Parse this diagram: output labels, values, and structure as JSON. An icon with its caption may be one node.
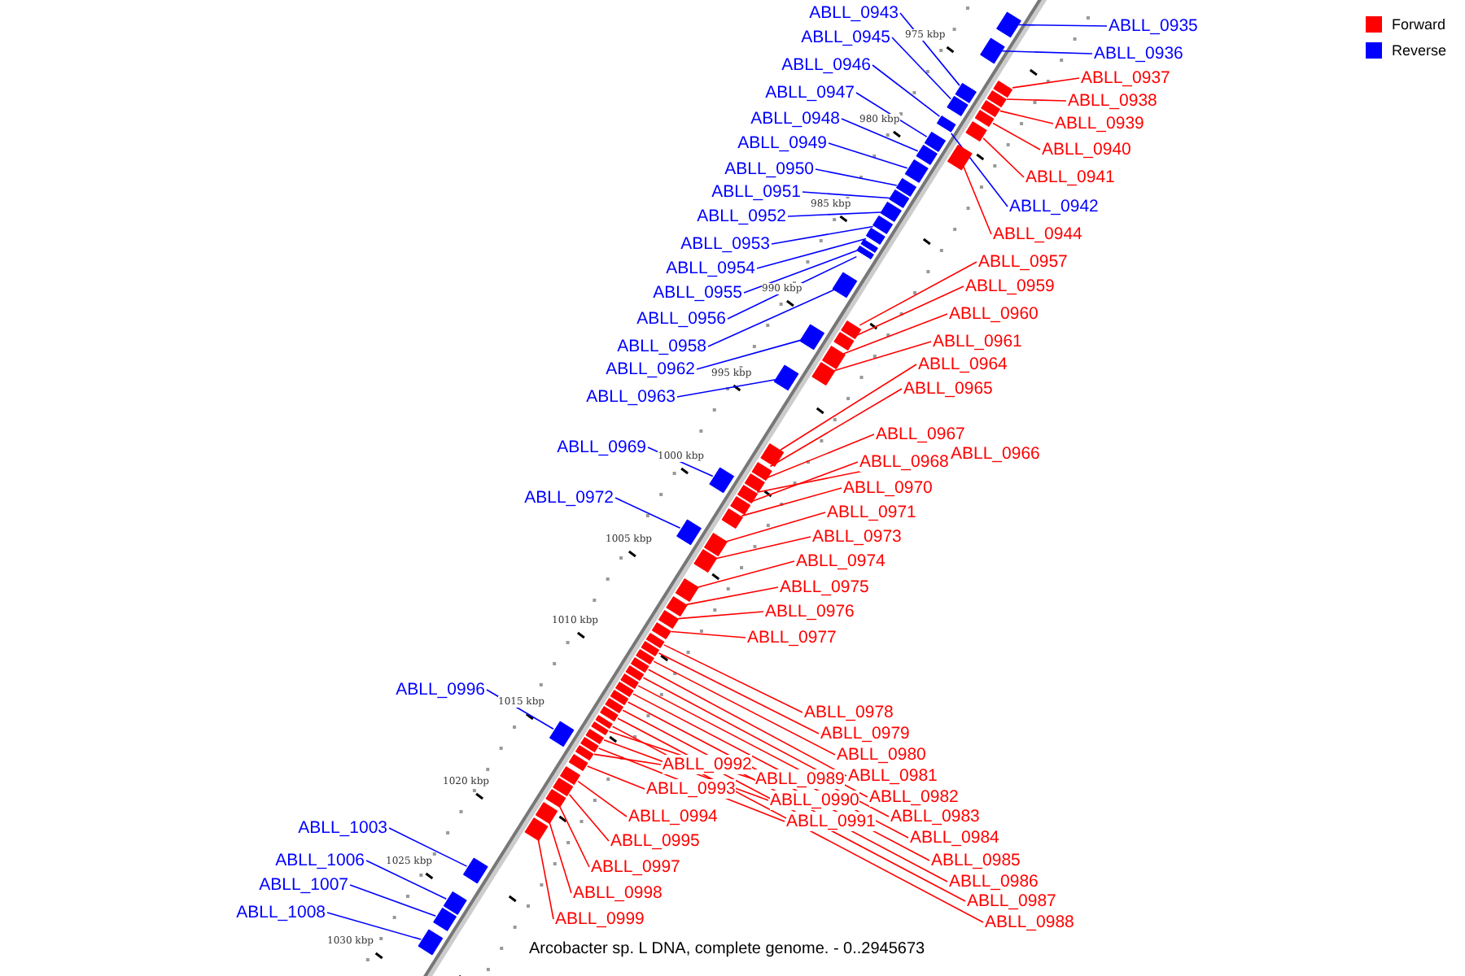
{
  "diagram": {
    "caption": "Arcobacter sp. L DNA, complete genome. - 0..2945673",
    "nodes": [
      {
        "text": [
          "ABLL_0943"
        ]
      },
      {
        "text": [
          "ABLL_0935"
        ]
      },
      {
        "text": [
          "ABLL_0945"
        ]
      },
      {
        "text": [
          "ABLL_0936"
        ]
      },
      {
        "text": [
          "ABLL_0946"
        ]
      },
      {
        "text": [
          "ABLL_0937"
        ]
      },
      {
        "text": [
          "ABLL_0947"
        ]
      },
      {
        "text": [
          "ABLL_0938"
        ]
      },
      {
        "text": [
          "ABLL_0948"
        ]
      },
      {
        "text": [
          "ABLL_0939"
        ]
      },
      {
        "text": [
          "ABLL_0949"
        ]
      },
      {
        "text": [
          "ABLL_0940"
        ]
      },
      {
        "text": [
          "ABLL_0950"
        ]
      },
      {
        "text": [
          "ABLL_0941"
        ]
      },
      {
        "text": [
          "ABLL_0951"
        ]
      },
      {
        "text": [
          "ABLL_0942"
        ]
      },
      {
        "text": [
          "ABLL_0952"
        ]
      },
      {
        "text": [
          "ABLL_0944"
        ]
      },
      {
        "text": [
          "ABLL_0953"
        ]
      },
      {
        "text": [
          "ABLL_0957"
        ]
      },
      {
        "text": [
          "ABLL_0954"
        ]
      },
      {
        "text": [
          "ABLL_0959"
        ]
      },
      {
        "text": [
          "ABLL_0955"
        ]
      },
      {
        "text": [
          "ABLL_0960"
        ]
      },
      {
        "text": [
          "ABLL_0956"
        ]
      },
      {
        "text": [
          "ABLL_0961"
        ]
      },
      {
        "text": [
          "ABLL_0958"
        ]
      },
      {
        "text": [
          "ABLL_0962"
        ]
      },
      {
        "text": [
          "ABLL_0964"
        ]
      },
      {
        "text": [
          "ABLL_0965"
        ]
      },
      {
        "text": [
          "ABLL_0963"
        ]
      },
      {
        "text": [
          "ABLL_0967"
        ]
      },
      {
        "text": [
          "ABLL_0969"
        ]
      },
      {
        "text": [
          "ABLL_0966"
        ]
      },
      {
        "text": [
          "ABLL_0968"
        ]
      },
      {
        "text": [
          "ABLL_0970"
        ]
      },
      {
        "text": [
          "ABLL_0972"
        ]
      },
      {
        "text": [
          "ABLL_0971"
        ]
      },
      {
        "text": [
          "ABLL_0973"
        ]
      },
      {
        "text": [
          "ABLL_0974"
        ]
      },
      {
        "text": [
          "ABLL_0975"
        ]
      },
      {
        "text": [
          "ABLL_0976"
        ]
      },
      {
        "text": [
          "ABLL_0977"
        ]
      },
      {
        "text": [
          "ABLL_0996"
        ]
      },
      {
        "text": [
          "ABLL_0978"
        ]
      },
      {
        "text": [
          "ABLL_0979"
        ]
      },
      {
        "text": [
          "ABLL_0980"
        ]
      },
      {
        "text": [
          "ABLL_0992"
        ]
      },
      {
        "text": [
          "ABLL_0981"
        ]
      },
      {
        "text": [
          "ABLL_0989"
        ]
      },
      {
        "text": [
          "ABLL_0993"
        ]
      },
      {
        "text": [
          "ABLL_0982"
        ]
      },
      {
        "text": [
          "ABLL_0990"
        ]
      },
      {
        "text": [
          "ABLL_0994"
        ]
      },
      {
        "text": [
          "ABLL_0983"
        ]
      },
      {
        "text": [
          "ABLL_0991"
        ]
      },
      {
        "text": [
          "ABLL_1003"
        ]
      },
      {
        "text": [
          "ABLL_0984"
        ]
      },
      {
        "text": [
          "ABLL_0995"
        ]
      },
      {
        "text": [
          "ABLL_0985"
        ]
      },
      {
        "text": [
          "ABLL_1006"
        ]
      },
      {
        "text": [
          "ABLL_0997"
        ]
      },
      {
        "text": [
          "ABLL_0986"
        ]
      },
      {
        "text": [
          "ABLL_1007"
        ]
      },
      {
        "text": [
          "ABLL_0998"
        ]
      },
      {
        "text": [
          "ABLL_0987"
        ]
      },
      {
        "text": [
          "ABLL_1008"
        ]
      },
      {
        "text": [
          "ABLL_0999"
        ]
      },
      {
        "text": [
          "ABLL_0988"
        ]
      },
      {
        "text": [],
        "shape": "box"
      },
      {
        "text": [],
        "shape": "box"
      },
      {
        "text": [],
        "shape": "box"
      },
      {
        "text": [],
        "shape": "box"
      },
      {
        "text": [],
        "shape": "box"
      },
      {
        "text": [],
        "shape": "box"
      },
      {
        "text": [],
        "shape": "box"
      },
      {
        "text": [],
        "shape": "box"
      },
      {
        "text": [],
        "shape": "box"
      },
      {
        "text": [],
        "shape": "box"
      },
      {
        "text": [],
        "shape": "box"
      },
      {
        "text": [],
        "shape": "box"
      },
      {
        "text": [],
        "shape": "box"
      },
      {
        "text": [],
        "shape": "box"
      },
      {
        "text": [],
        "shape": "box"
      },
      {
        "text": [],
        "shape": "box"
      },
      {
        "text": [],
        "shape": "box"
      },
      {
        "text": [],
        "shape": "box"
      },
      {
        "text": [],
        "shape": "box"
      },
      {
        "text": [],
        "shape": "box"
      },
      {
        "text": [],
        "shape": "box"
      },
      {
        "text": [],
        "shape": "box"
      },
      {
        "text": [],
        "shape": "box"
      },
      {
        "text": [],
        "shape": "box"
      },
      {
        "text": [],
        "shape": "box"
      },
      {
        "text": [],
        "shape": "box"
      },
      {
        "text": [],
        "shape": "box"
      },
      {
        "text": [],
        "shape": "box"
      },
      {
        "text": [],
        "shape": "box"
      },
      {
        "text": [],
        "shape": "box"
      },
      {
        "text": [],
        "shape": "box"
      },
      {
        "text": [],
        "shape": "box"
      },
      {
        "text": [],
        "shape": "box"
      },
      {
        "text": [],
        "shape": "box"
      },
      {
        "text": [],
        "shape": "box"
      },
      {
        "text": [],
        "shape": "box"
      },
      {
        "text": [],
        "shape": "box"
      },
      {
        "text": [],
        "shape": "box"
      },
      {
        "text": [],
        "shape": "box"
      },
      {
        "text": [],
        "shape": "box"
      },
      {
        "text": [],
        "shape": "box"
      },
      {
        "text": [],
        "shape": "box"
      },
      {
        "text": [],
        "shape": "box"
      },
      {
        "text": [],
        "shape": "box"
      },
      {
        "text": [],
        "shape": "box"
      },
      {
        "text": [],
        "shape": "box"
      },
      {
        "text": [],
        "shape": "box"
      },
      {
        "text": [],
        "shape": "box"
      },
      {
        "text": [],
        "shape": "box"
      },
      {
        "text": [],
        "shape": "box"
      },
      {
        "text": [],
        "shape": "box"
      },
      {
        "text": [],
        "shape": "box"
      },
      {
        "text": [],
        "shape": "box"
      },
      {
        "text": [],
        "shape": "box"
      },
      {
        "text": [],
        "shape": "box"
      },
      {
        "text": [],
        "shape": "box"
      },
      {
        "text": [],
        "shape": "box"
      },
      {
        "text": [],
        "shape": "box"
      },
      {
        "text": [],
        "shape": "box"
      },
      {
        "text": [],
        "shape": "box"
      },
      {
        "text": [],
        "shape": "box"
      },
      {
        "text": [],
        "shape": "box"
      },
      {
        "text": [],
        "shape": "box"
      },
      {
        "text": [],
        "shape": "box"
      },
      {
        "text": [],
        "shape": "box"
      },
      {
        "text": [],
        "shape": "box"
      },
      {
        "text": [],
        "shape": "box"
      },
      {
        "text": [],
        "shape": "box"
      },
      {
        "text": [],
        "shape": "box"
      }
    ],
    "edges": [
      {
        "from": 0,
        "to": 73,
        "arrow": "none",
        "color": "#0000ff"
      },
      {
        "from": 1,
        "to": 69,
        "arrow": "none",
        "color": "#0000ff"
      },
      {
        "from": 2,
        "to": 76,
        "arrow": "none",
        "color": "#0000ff"
      },
      {
        "from": 3,
        "to": 70,
        "arrow": "none",
        "color": "#0000ff"
      },
      {
        "from": 4,
        "to": 78,
        "arrow": "none",
        "color": "#0000ff"
      },
      {
        "from": 5,
        "to": 71,
        "arrow": "none"
      },
      {
        "from": 6,
        "to": 80,
        "arrow": "none",
        "color": "#0000ff"
      },
      {
        "from": 7,
        "to": 72,
        "arrow": "none"
      },
      {
        "from": 8,
        "to": 82,
        "arrow": "none",
        "color": "#0000ff"
      },
      {
        "from": 9,
        "to": 74,
        "arrow": "none"
      },
      {
        "from": 10,
        "to": 83,
        "arrow": "none",
        "color": "#0000ff"
      },
      {
        "from": 11,
        "to": 75,
        "arrow": "none"
      },
      {
        "from": 12,
        "to": 84,
        "arrow": "none",
        "color": "#0000ff"
      },
      {
        "from": 13,
        "to": 77,
        "arrow": "none"
      },
      {
        "from": 14,
        "to": 85,
        "arrow": "none",
        "color": "#0000ff"
      },
      {
        "from": 15,
        "to": 79,
        "arrow": "none",
        "color": "#0000ff"
      },
      {
        "from": 16,
        "to": 86,
        "arrow": "none",
        "color": "#0000ff"
      },
      {
        "from": 17,
        "to": 81,
        "arrow": "none"
      },
      {
        "from": 18,
        "to": 87,
        "arrow": "none",
        "color": "#0000ff"
      },
      {
        "from": 19,
        "to": 92,
        "arrow": "none"
      },
      {
        "from": 20,
        "to": 88,
        "arrow": "none",
        "color": "#0000ff"
      },
      {
        "from": 21,
        "to": 93,
        "arrow": "none"
      },
      {
        "from": 22,
        "to": 89,
        "arrow": "none",
        "color": "#0000ff"
      },
      {
        "from": 23,
        "to": 95,
        "arrow": "none"
      },
      {
        "from": 24,
        "to": 90,
        "arrow": "none",
        "color": "#0000ff"
      },
      {
        "from": 25,
        "to": 96,
        "arrow": "none"
      },
      {
        "from": 26,
        "to": 91,
        "arrow": "none",
        "color": "#0000ff"
      },
      {
        "from": 27,
        "to": 94,
        "arrow": "none",
        "color": "#0000ff"
      },
      {
        "from": 28,
        "to": 98,
        "arrow": "none"
      },
      {
        "from": 29,
        "to": 99,
        "arrow": "none"
      },
      {
        "from": 30,
        "to": 97,
        "arrow": "none",
        "color": "#0000ff"
      },
      {
        "from": 31,
        "to": 100,
        "arrow": "none"
      },
      {
        "from": 32,
        "to": 102,
        "arrow": "none",
        "color": "#0000ff"
      },
      {
        "from": 33,
        "to": 101,
        "arrow": "none"
      },
      {
        "from": 34,
        "to": 103,
        "arrow": "none"
      },
      {
        "from": 35,
        "to": 104,
        "arrow": "none"
      },
      {
        "from": 36,
        "to": 106,
        "arrow": "none",
        "color": "#0000ff"
      },
      {
        "from": 37,
        "to": 105,
        "arrow": "none"
      },
      {
        "from": 38,
        "to": 107,
        "arrow": "none"
      },
      {
        "from": 39,
        "to": 108,
        "arrow": "none"
      },
      {
        "from": 40,
        "to": 109,
        "arrow": "none"
      },
      {
        "from": 41,
        "to": 110,
        "arrow": "none"
      },
      {
        "from": 42,
        "to": 111,
        "arrow": "none"
      },
      {
        "from": 43,
        "to": 126,
        "arrow": "none",
        "color": "#0000ff"
      },
      {
        "from": 44,
        "to": 112,
        "arrow": "none"
      },
      {
        "from": 45,
        "to": 113,
        "arrow": "none"
      },
      {
        "from": 46,
        "to": 114,
        "arrow": "none"
      },
      {
        "from": 47,
        "to": 127,
        "arrow": "none"
      },
      {
        "from": 48,
        "to": 115,
        "arrow": "none"
      },
      {
        "from": 49,
        "to": 123,
        "arrow": "none"
      },
      {
        "from": 50,
        "to": 128,
        "arrow": "none"
      },
      {
        "from": 51,
        "to": 116,
        "arrow": "none"
      },
      {
        "from": 52,
        "to": 124,
        "arrow": "none"
      },
      {
        "from": 53,
        "to": 129,
        "arrow": "none"
      },
      {
        "from": 54,
        "to": 117,
        "arrow": "none"
      },
      {
        "from": 55,
        "to": 125,
        "arrow": "none"
      },
      {
        "from": 56,
        "to": 134,
        "arrow": "none",
        "color": "#0000ff"
      },
      {
        "from": 57,
        "to": 118,
        "arrow": "none"
      },
      {
        "from": 58,
        "to": 130,
        "arrow": "none"
      },
      {
        "from": 59,
        "to": 119,
        "arrow": "none"
      },
      {
        "from": 60,
        "to": 135,
        "arrow": "none",
        "color": "#0000ff"
      },
      {
        "from": 61,
        "to": 131,
        "arrow": "none"
      },
      {
        "from": 62,
        "to": 120,
        "arrow": "none"
      },
      {
        "from": 63,
        "to": 136,
        "arrow": "none",
        "color": "#0000ff"
      },
      {
        "from": 64,
        "to": 132,
        "arrow": "none"
      },
      {
        "from": 65,
        "to": 121,
        "arrow": "none"
      },
      {
        "from": 66,
        "to": 137,
        "arrow": "none",
        "color": "#0000ff"
      },
      {
        "from": 67,
        "to": 133,
        "arrow": "none"
      },
      {
        "from": 68,
        "to": 122,
        "arrow": "none"
      }
    ],
    "labels": [
      "975 kbp",
      "980 kbp",
      "985 kbp",
      "990 kbp",
      "995 kbp",
      "1000 kbp",
      "1005 kbp",
      "1010 kbp",
      "1015 kbp",
      "1020 kbp",
      "1025 kbp",
      "1030 kbp"
    ],
    "legend": [
      {
        "text": "Forward",
        "color": "#ff0000"
      },
      {
        "text": "Reverse",
        "color": "#0000ff"
      }
    ]
  }
}
